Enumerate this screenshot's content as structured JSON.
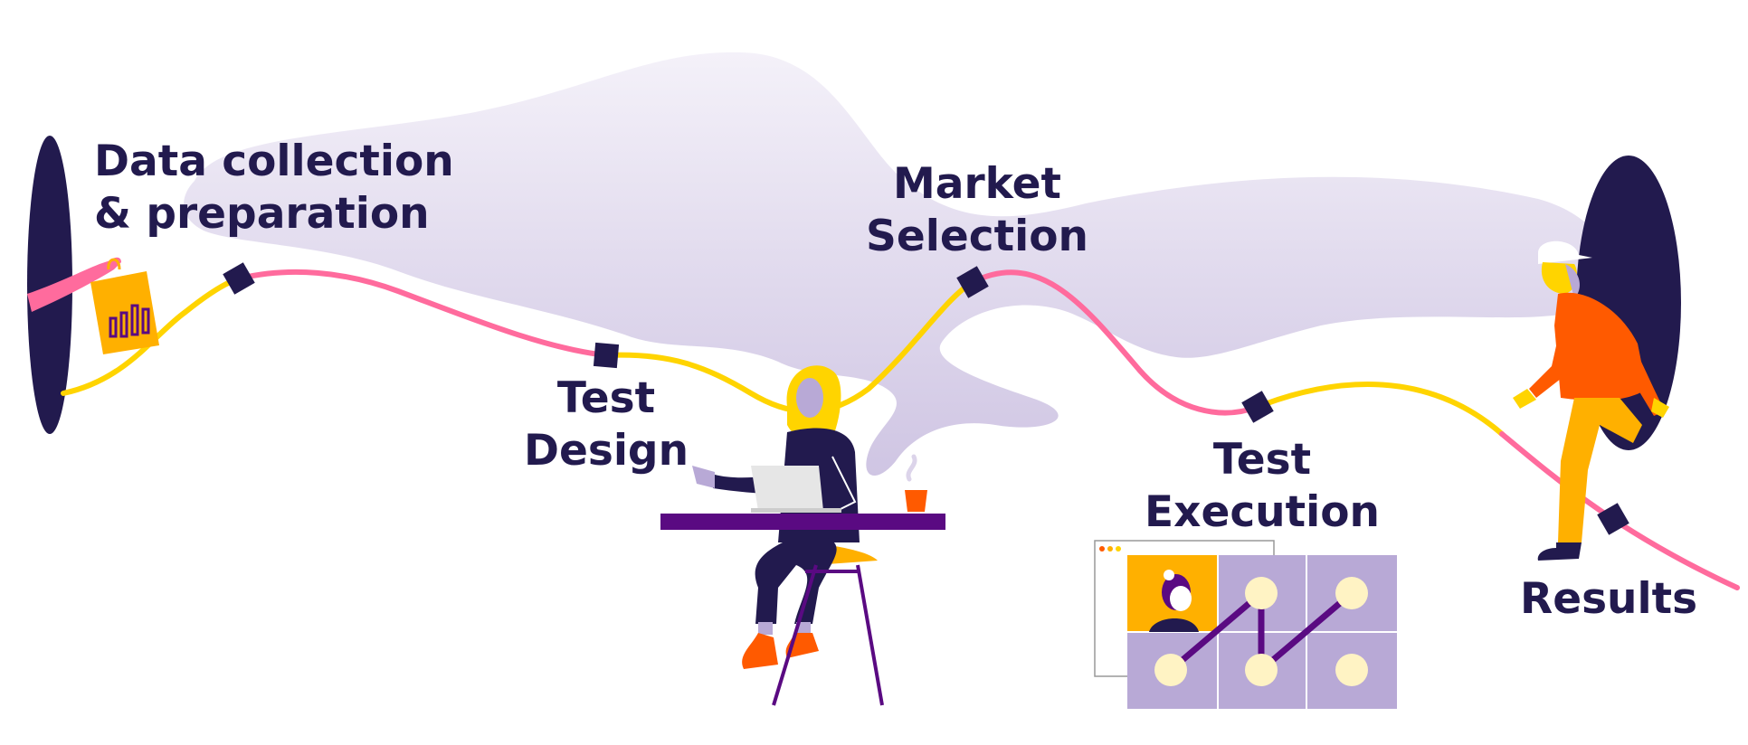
{
  "stages": [
    {
      "id": "data-collection",
      "lines": [
        "Data collection",
        "& preparation"
      ]
    },
    {
      "id": "test-design",
      "lines": [
        "Test",
        "Design"
      ]
    },
    {
      "id": "market-selection",
      "lines": [
        "Market",
        "Selection"
      ]
    },
    {
      "id": "test-execution",
      "lines": [
        "Test",
        "Execution"
      ]
    },
    {
      "id": "results",
      "lines": [
        "Results"
      ]
    }
  ],
  "colors": {
    "navy": "#221a4e",
    "pink": "#ff6b9d",
    "yellow": "#ffd400",
    "orange": "#ff5a00",
    "amber": "#ffb000",
    "lavender": "#b8a9d6",
    "cloud": "#dcd4ea",
    "purple": "#5a0a82",
    "cream": "#fff3c4"
  }
}
